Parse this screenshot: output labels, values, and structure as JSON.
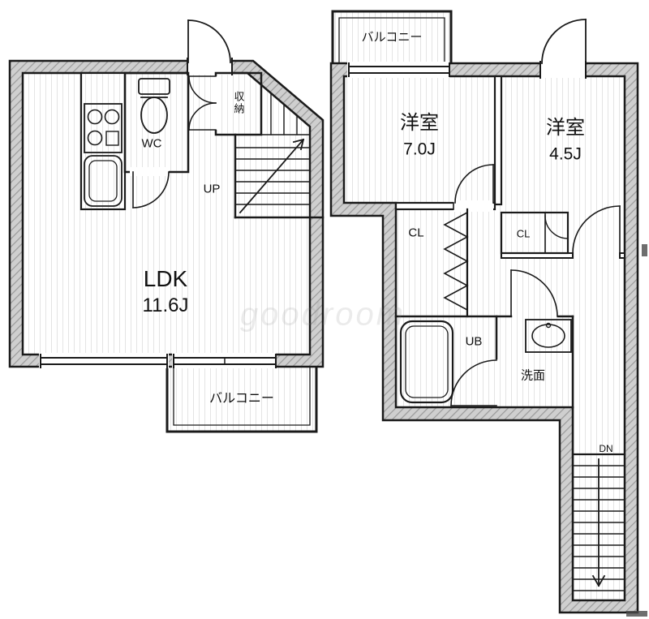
{
  "plan": {
    "floor1": {
      "ldk_name": "LDK",
      "ldk_size": "11.6J",
      "wc": "WC",
      "storage": "収納",
      "stairs": "UP",
      "balcony": "バルコニー"
    },
    "floor2": {
      "bedroom1_name": "洋室",
      "bedroom1_size": "7.0J",
      "bedroom2_name": "洋室",
      "bedroom2_size": "4.5J",
      "closet1": "CL",
      "closet2": "CL",
      "bath": "UB",
      "washroom": "洗面",
      "balcony": "バルコニー",
      "stairs": "DN"
    },
    "watermark": "goodroom",
    "colors": {
      "background": "#ffffff",
      "wall_fill": "#cfcfcf",
      "wall_hatch": "#9a9a9a",
      "outline": "#1a1a1a",
      "floor_stripe": "#e4e4e4"
    }
  }
}
